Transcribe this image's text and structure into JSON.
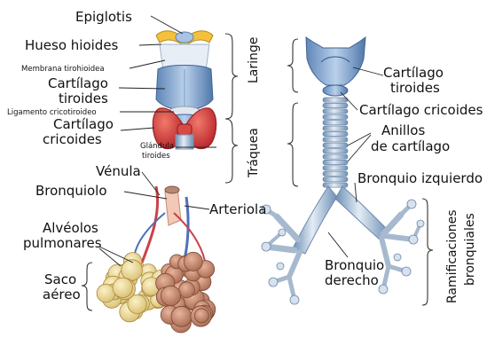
{
  "larynx": {
    "epiglotis": "Epiglotis",
    "hueso_hioides": "Hueso hioides",
    "membrana": "Membrana tirohioidea",
    "cartilago_tiroides_1": "Cartílago",
    "cartilago_tiroides_2": "tiroides",
    "ligamento": "Ligamento cricotiroideo",
    "cartilago_cricoides_1": "Cartílago",
    "cartilago_cricoides_2": "cricoides",
    "glandula_1": "Glándula",
    "glandula_2": "tiroides",
    "laringe": "Laringe",
    "traquea": "Tráquea"
  },
  "tree": {
    "cartilago_tiroides_1": "Cartílago",
    "cartilago_tiroides_2": "tiroides",
    "cartilago_cricoides": "Cartílago cricoides",
    "anillos_1": "Anillos",
    "anillos_2": "de cartílago",
    "bronquio_izquierdo": "Bronquio izquierdo",
    "bronquio_derecho_1": "Bronquio",
    "bronquio_derecho_2": "derecho",
    "ramificaciones_1": "Ramificaciones",
    "ramificaciones_2": "bronquiales"
  },
  "alveoli": {
    "venula": "Vénula",
    "bronquiolo": "Bronquiolo",
    "arteriola": "Arteriola",
    "alveolos_1": "Alvéolos",
    "alveolos_2": "pulmonares",
    "saco_1": "Saco",
    "saco_2": "aéreo"
  }
}
